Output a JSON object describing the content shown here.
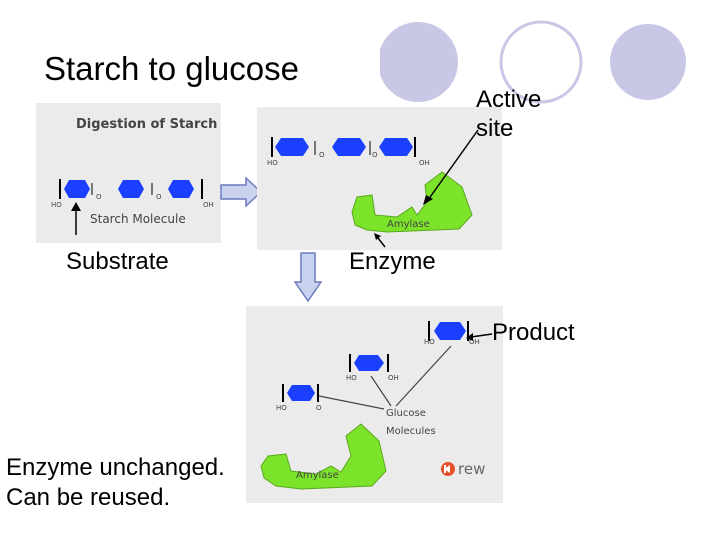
{
  "slide": {
    "title": "Starch to glucose",
    "labels": {
      "active_site": "Active\nsite",
      "substrate": "Substrate",
      "enzyme": "Enzyme",
      "product": "Product",
      "enzyme_unchanged": "Enzyme unchanged.\nCan be reused."
    }
  },
  "panel_starch": {
    "heading": "Digestion of Starch",
    "caption": "Starch Molecule",
    "ho": "HO",
    "oh": "OH",
    "o": "O"
  },
  "panel_enzyme": {
    "enzyme_name": "Amylase",
    "ho": "HO",
    "oh": "OH",
    "o": "O"
  },
  "panel_product": {
    "glucose_label": "Glucose\nMolecules",
    "enzyme_name": "Amylase",
    "ho": "HO",
    "oh": "OH",
    "o": "O",
    "rewind": "rew"
  },
  "colors": {
    "molecule": "#1a3fff",
    "enzyme": "#7ce32b",
    "arrow_fill": "#c9d3f0",
    "arrow_stroke": "#6b7bbd",
    "circle": "#c8c8e6",
    "rewind": "#e8502a"
  }
}
